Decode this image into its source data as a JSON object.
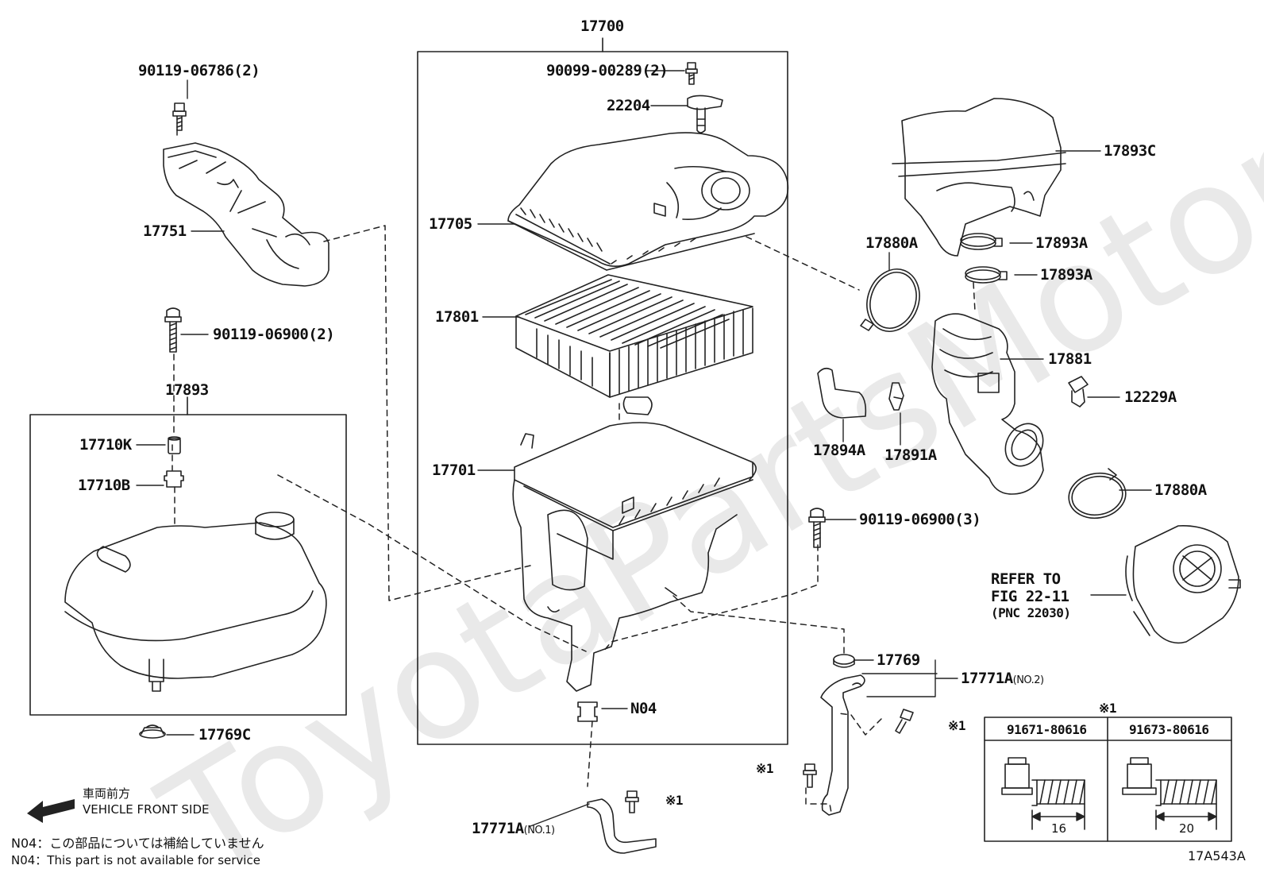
{
  "watermark": "ToyotaPartsMotors.ru",
  "assembly_label": "17700",
  "parts": {
    "p90119_06786": "90119-06786(2)",
    "p17751": "17751",
    "p90119_06900_2": "90119-06900(2)",
    "p17893": "17893",
    "p17710K": "17710K",
    "p17710B": "17710B",
    "p17769C": "17769C",
    "p90099_00289": "90099-00289(2)",
    "p22204": "22204",
    "p17705": "17705",
    "p17801": "17801",
    "p17701": "17701",
    "pN04": "N04",
    "p17771A_no1": "17771A",
    "p17771A_no1_sfx": "(NO.1)",
    "p17771A_no1_mark": "※1",
    "p17893C": "17893C",
    "p17880A_top": "17880A",
    "p17893A_1": "17893A",
    "p17893A_2": "17893A",
    "p17881": "17881",
    "p12229A": "12229A",
    "p17894A": "17894A",
    "p17891A": "17891A",
    "p17880A_bot": "17880A",
    "p90119_06900_3": "90119-06900(3)",
    "p17769": "17769",
    "p17771A_no2": "17771A",
    "p17771A_no2_sfx": "(NO.2)",
    "mark_a": "※1",
    "mark_b": "※1"
  },
  "refer": {
    "line1": "REFER TO",
    "line2": "FIG 22-11",
    "line3": "(PNC 22030)"
  },
  "bolt_table": {
    "mark": "※1",
    "col1_part": "91671-80616",
    "col2_part": "91673-80616",
    "col1_length": "16",
    "col2_length": "20"
  },
  "direction": {
    "jp": "車両前方",
    "en": "VEHICLE FRONT SIDE"
  },
  "notes": {
    "jp": "N04：この部品については補給していません",
    "en": "N04：This part is not available for service"
  },
  "figure_id": "17A543A"
}
